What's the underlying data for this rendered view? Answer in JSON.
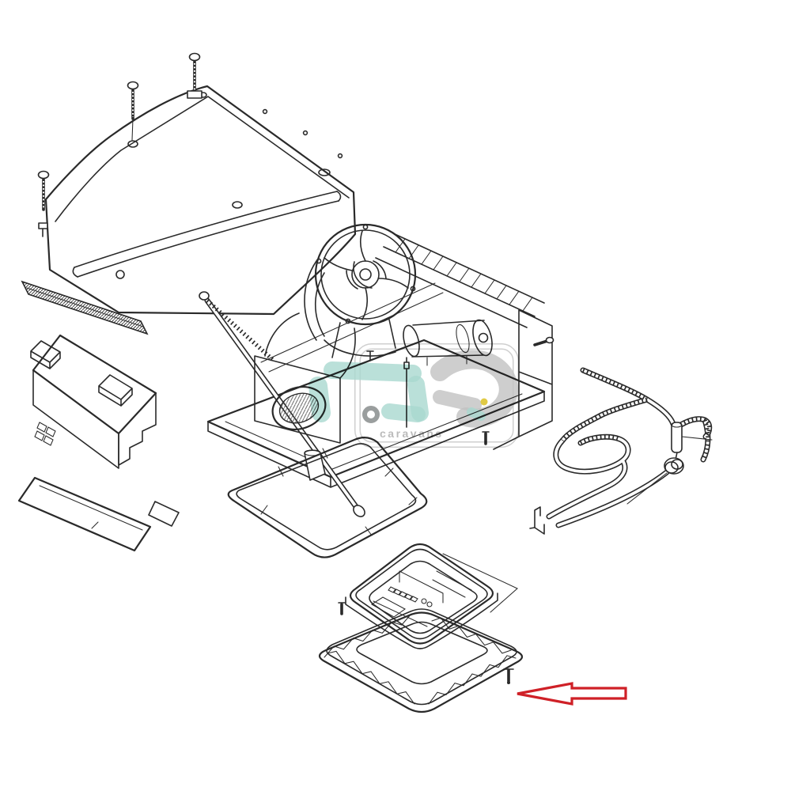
{
  "document": {
    "type": "exploded-parts-diagram",
    "background": "#ffffff"
  },
  "colors": {
    "line": "#2a2a2a",
    "arrow_red": "#cf2027",
    "watermark_teal": "#a9d8d0",
    "watermark_grey": "#c2c2c2",
    "watermark_ring_grey": "#8f9494",
    "watermark_yellow": "#e0ca45",
    "watermark_border": "#cfcfcf",
    "watermark_text_grey": "#ababab"
  },
  "watermark": {
    "text": "caravans"
  },
  "parts": [
    {
      "id": "roof-shroud"
    },
    {
      "id": "mounting-screws"
    },
    {
      "id": "side-vent-grille"
    },
    {
      "id": "foam-air-box"
    },
    {
      "id": "base-tray-panel"
    },
    {
      "id": "main-unit-chassis"
    },
    {
      "id": "condenser-fan"
    },
    {
      "id": "fan-motor"
    },
    {
      "id": "blower-inlet"
    },
    {
      "id": "condenser-coil"
    },
    {
      "id": "threaded-rod"
    },
    {
      "id": "sealing-gasket"
    },
    {
      "id": "refrigerant-tube-assembly"
    },
    {
      "id": "ceiling-plenum-box"
    },
    {
      "id": "mounting-frame"
    },
    {
      "id": "frame-screw"
    }
  ],
  "annotations": {
    "arrow": {
      "shape": "outline-arrow",
      "direction": "left",
      "points_to": "frame-screw"
    }
  }
}
